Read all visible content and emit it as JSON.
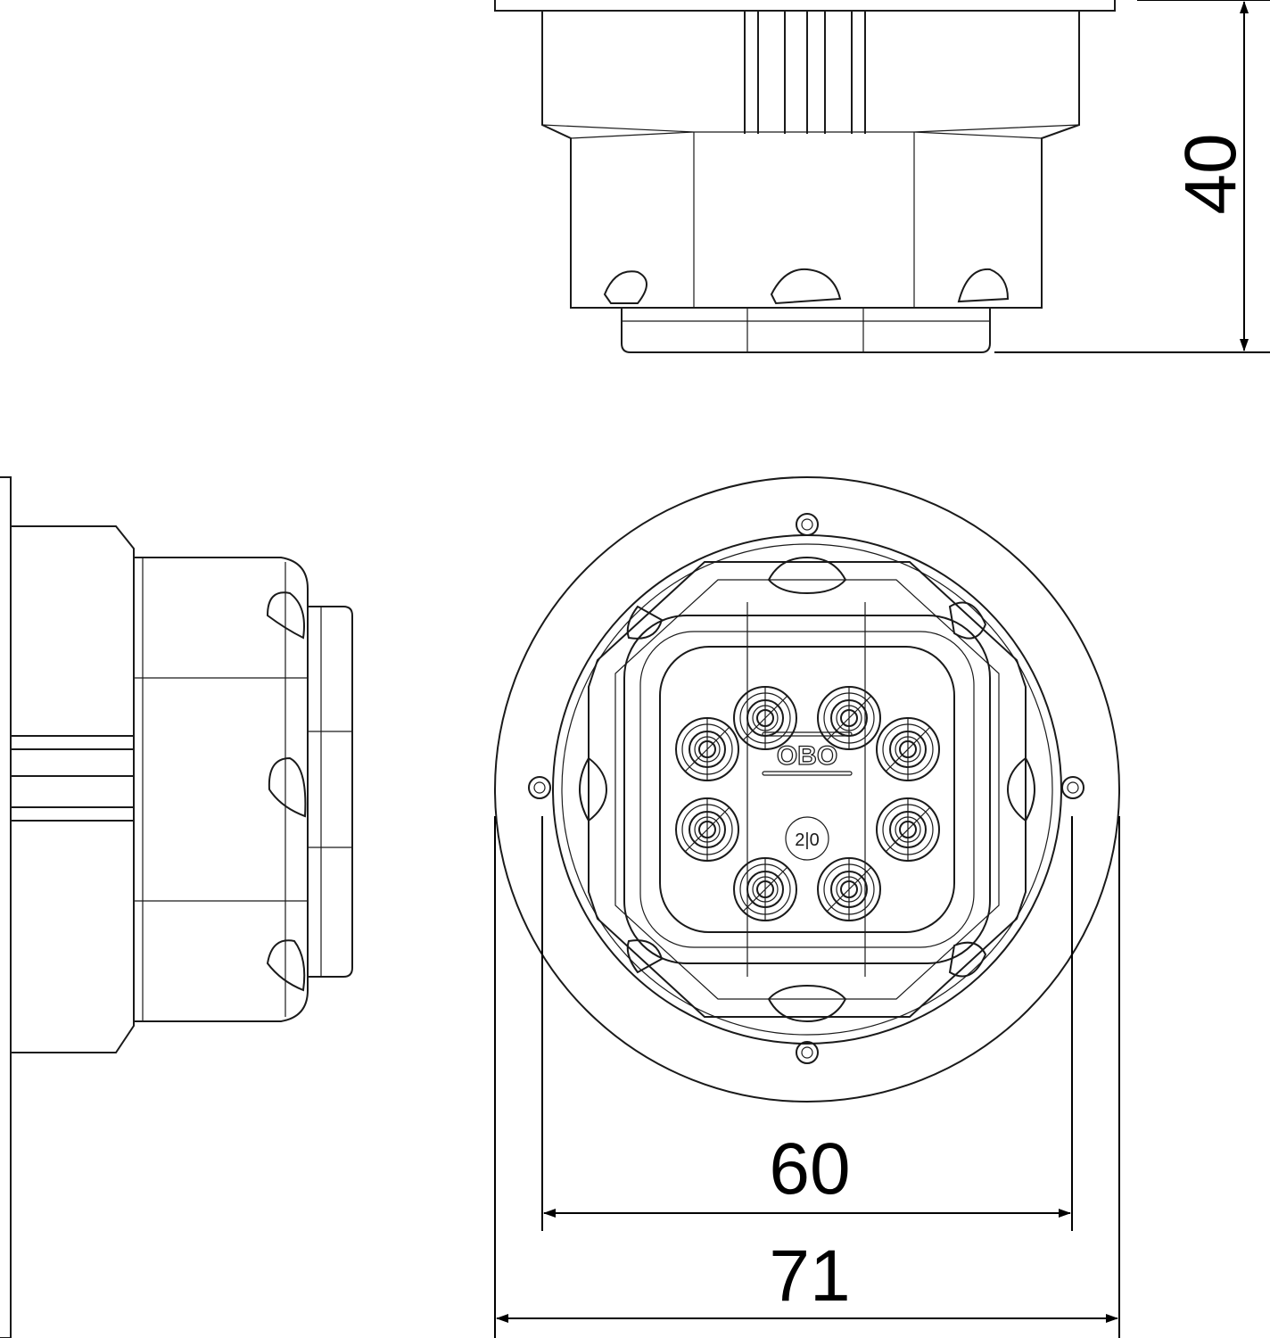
{
  "dimensions": {
    "height": "40",
    "inner_width": "60",
    "outer_width": "71"
  },
  "logo": {
    "text": "OBO"
  },
  "date_stamp": {
    "text": "2|0"
  },
  "colors": {
    "line": "#1a1a1a",
    "background": "#ffffff"
  }
}
